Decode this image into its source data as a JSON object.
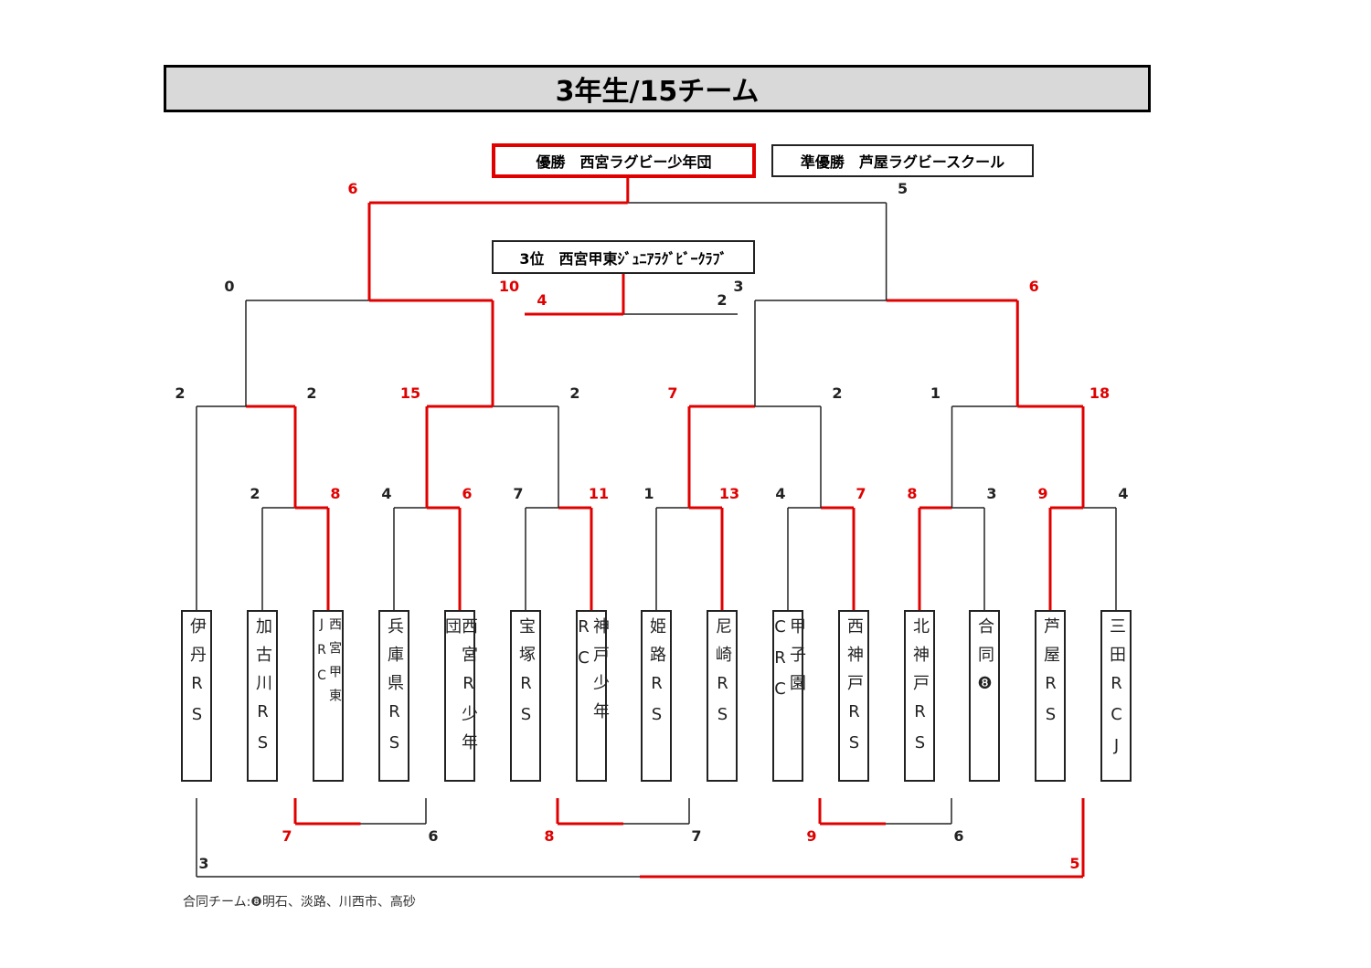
{
  "title": "3年生/15チーム",
  "results": {
    "champion": "優勝　西宮ラグビー少年団",
    "runner_up": "準優勝　芦屋ラグビースクール",
    "third": "3位　西宮甲東ｼﾞｭﾆｱﾗｸﾞﾋﾞｰｸﾗﾌﾞ"
  },
  "teams": [
    "伊丹RS",
    "加古川RS",
    "西宮甲東JRC",
    "兵庫県RS",
    "西宮R少年団",
    "宝塚RS",
    "神戸少年RC",
    "姫路RS",
    "尼崎RS",
    "甲子園CRC",
    "西神戸RS",
    "北神戸RS",
    "合同❽",
    "芦屋RS",
    "三田RCJ"
  ],
  "scores": {
    "r1": [
      "2",
      "8",
      "4",
      "6",
      "7",
      "11",
      "1",
      "13",
      "4",
      "7",
      "8",
      "3",
      "9",
      "4"
    ],
    "r2": [
      "2",
      "2",
      "15",
      "2",
      "7",
      "2",
      "1",
      "18"
    ],
    "r3": [
      "0",
      "10",
      "3",
      "6"
    ],
    "final": [
      "6",
      "5"
    ],
    "third_place": [
      "4",
      "2"
    ],
    "consolation": [
      "7",
      "6",
      "8",
      "7",
      "9",
      "6",
      "3",
      "5"
    ]
  },
  "colors": {
    "win": "#e00000",
    "lose": "#222222"
  },
  "footnote": "合同チーム:❽明石、淡路、川西市、高砂"
}
